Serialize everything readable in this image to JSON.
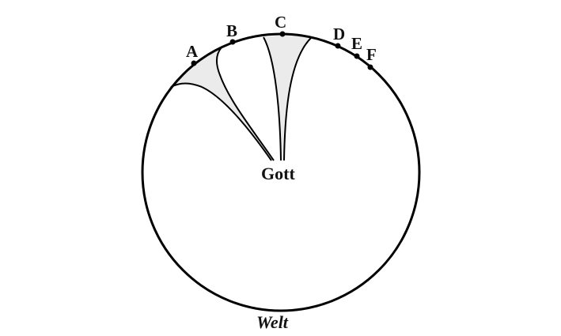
{
  "diagram": {
    "outer_label": "Welt",
    "center_label": "Gott",
    "colors": {
      "stroke": "#000000",
      "shade": "#ebebeb",
      "background": "#ffffff"
    },
    "points": [
      {
        "id": "A",
        "label": "A"
      },
      {
        "id": "B",
        "label": "B"
      },
      {
        "id": "C",
        "label": "C"
      },
      {
        "id": "D",
        "label": "D"
      },
      {
        "id": "E",
        "label": "E"
      },
      {
        "id": "F",
        "label": "F"
      }
    ]
  }
}
